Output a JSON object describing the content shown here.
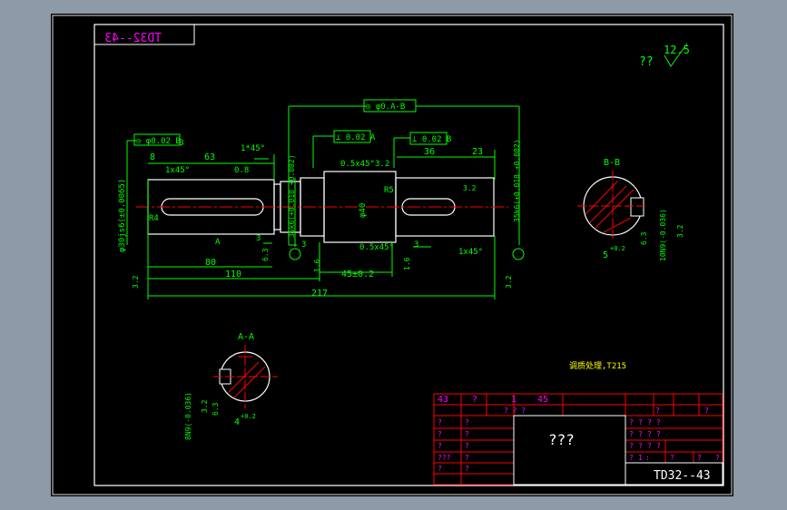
{
  "drawing": {
    "code": "TD32--43",
    "code_mirrored": "TD32--43",
    "roughness_prefix": "??",
    "roughness_value": "12.5",
    "heat_treatment": "调质处理,T215",
    "centre_text": "???"
  },
  "dimensions": {
    "d_8": "8",
    "d_63": "63",
    "d_1x45_top": "1*45°",
    "d_1x45_left": "1x45°",
    "d_0_8": "0.8",
    "d_3_2a": "3.2",
    "d_0_5x45_top": "0.5x45°",
    "d_36": "36",
    "d_23": "23",
    "d_r5": "R5",
    "d_r4": "R4",
    "d_phi40": "φ40",
    "d_phi30": "φ30js6(±0.0065)",
    "d_35k6_left": "35k6(+0.018 +0.002)",
    "d_35k6_right": "35k6(+0.018 +0.002)",
    "d_3_a": "3",
    "d_3_b": "3",
    "d_3b": "3",
    "d_0_5x45_bot": "0.5x45°",
    "d_1x45_bot": "1x45°",
    "d_80": "80",
    "d_110": "110",
    "d_45": "45±0.2",
    "d_217": "217",
    "d_1_6a": "1.6",
    "d_1_6b": "1.6",
    "d_3_2b": "3.2",
    "d_3_2c": "3.2",
    "d_3_2d": "3.2",
    "d_6_3": "6.3",
    "d_b_label": "B",
    "d_a_label": "A"
  },
  "tolerances": {
    "t1": "◎ φ0.02 B",
    "t2": "⊥ 0.02 A",
    "t3": "⊥ 0.02 B",
    "t4": "◎ φ0.A-B"
  },
  "sections": {
    "bb_title": "B-B",
    "bb_5": "5",
    "bb_5tol": "+0.2",
    "bb_10n9": "10N9(-0.036)",
    "bb_6_3": "6.3",
    "bb_3_2": "3.2",
    "aa_title": "A-A",
    "aa_8n9": "8N9(-0.036)",
    "aa_3_2": "3.2",
    "aa_6_3": "6.3",
    "aa_4": "4",
    "aa_4tol": "+0.2"
  },
  "title_block": {
    "top_row": [
      "43",
      "?",
      "1",
      "45"
    ],
    "left_rows": [
      [
        "?",
        "?"
      ],
      [
        "?",
        "?"
      ],
      [
        "?",
        "?"
      ],
      [
        "???",
        "?"
      ],
      [
        "?",
        "?"
      ]
    ],
    "right_rows": [
      [
        "?",
        "?",
        "?",
        "?"
      ],
      [
        "?",
        "?",
        "?",
        "?"
      ],
      [
        "?",
        "?",
        "?",
        "?"
      ],
      [
        "?",
        "1",
        ":",
        "?",
        "?",
        "?"
      ]
    ],
    "mid_row": [
      "? ? ?",
      "?",
      "?"
    ]
  },
  "colors": {
    "background": "#000000",
    "frame": "#ffffff",
    "outline": "#ffffff",
    "dim": "#00ff00",
    "center": "#ff0000",
    "title_lines": "#ff0000",
    "title_text": "#ff00ff",
    "yellow": "#ffff00"
  }
}
